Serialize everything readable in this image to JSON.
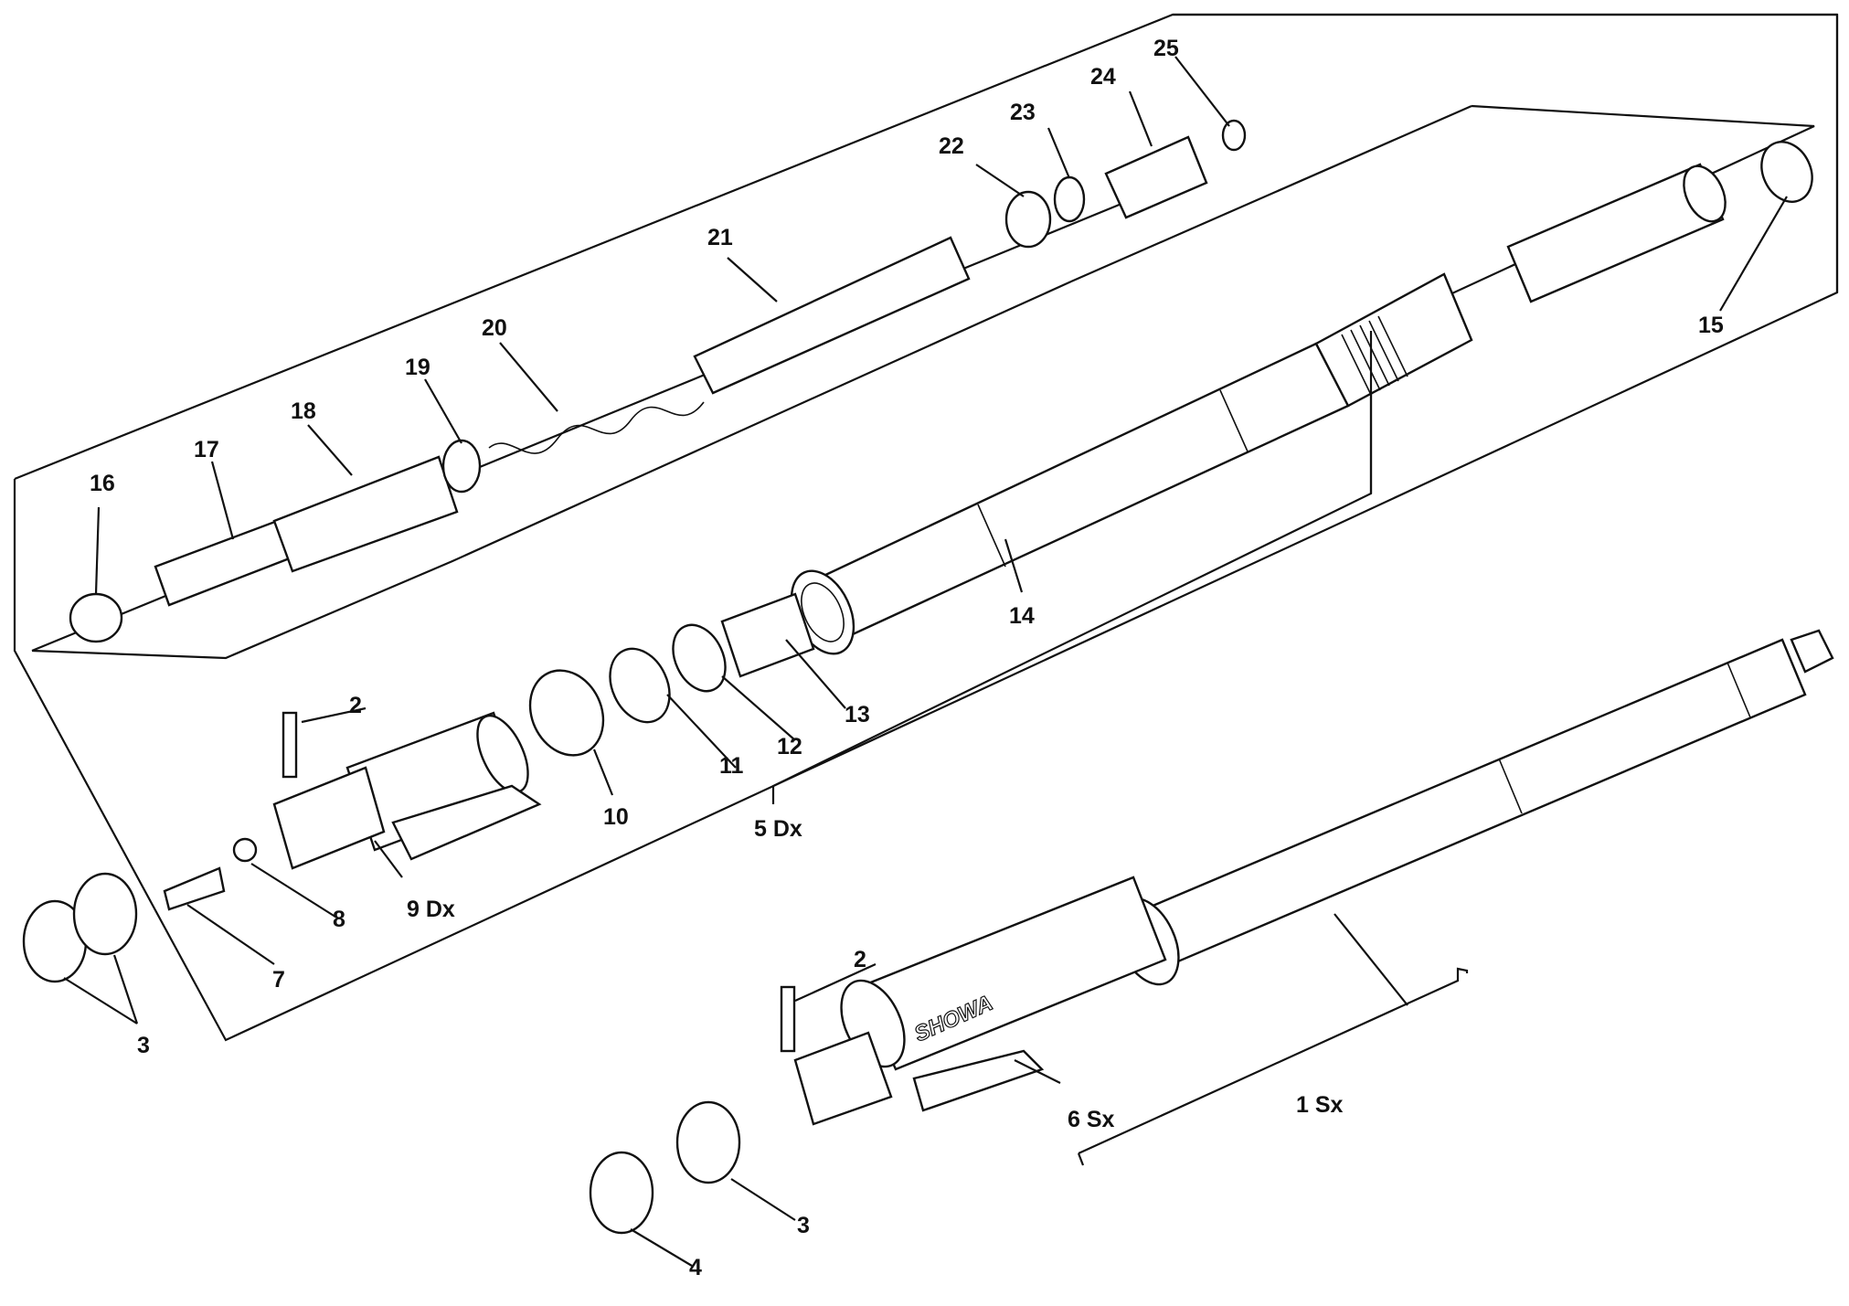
{
  "diagram": {
    "brand_text": "SHOWA",
    "callouts": [
      {
        "id": "c1",
        "text": "1 Sx"
      },
      {
        "id": "c2a",
        "text": "2"
      },
      {
        "id": "c2b",
        "text": "2"
      },
      {
        "id": "c3a",
        "text": "3"
      },
      {
        "id": "c3b",
        "text": "3"
      },
      {
        "id": "c4",
        "text": "4"
      },
      {
        "id": "c5",
        "text": "5 Dx"
      },
      {
        "id": "c6",
        "text": "6 Sx"
      },
      {
        "id": "c7",
        "text": "7"
      },
      {
        "id": "c8",
        "text": "8"
      },
      {
        "id": "c9",
        "text": "9 Dx"
      },
      {
        "id": "c10",
        "text": "10"
      },
      {
        "id": "c11",
        "text": "11"
      },
      {
        "id": "c12",
        "text": "12"
      },
      {
        "id": "c13",
        "text": "13"
      },
      {
        "id": "c14",
        "text": "14"
      },
      {
        "id": "c15",
        "text": "15"
      },
      {
        "id": "c16",
        "text": "16"
      },
      {
        "id": "c17",
        "text": "17"
      },
      {
        "id": "c18",
        "text": "18"
      },
      {
        "id": "c19",
        "text": "19"
      },
      {
        "id": "c20",
        "text": "20"
      },
      {
        "id": "c21",
        "text": "21"
      },
      {
        "id": "c22",
        "text": "22"
      },
      {
        "id": "c23",
        "text": "23"
      },
      {
        "id": "c24",
        "text": "24"
      },
      {
        "id": "c25",
        "text": "25"
      }
    ]
  }
}
